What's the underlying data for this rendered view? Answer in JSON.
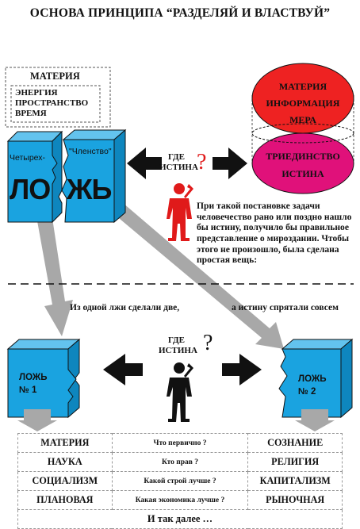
{
  "title": "ОСНОВА ПРИНЦИПА “РАЗДЕЛЯЙ И ВЛАСТВУЙ”",
  "matter_box": {
    "header": "МАТЕРИЯ",
    "items": [
      "ЭНЕРГИЯ",
      "ПРОСТРАНСТВО",
      "ВРЕМЯ"
    ]
  },
  "cubes_top": {
    "left_small": "Четырех-",
    "left_big": "ЛО",
    "right_small": "\"Членство\"",
    "right_big": "ЖЬ"
  },
  "truth_question": {
    "line1": "ГДЕ",
    "line2": "ИСТИНА",
    "mark": "?"
  },
  "spheres": {
    "top": [
      "МАТЕРИЯ",
      "ИНФОРМАЦИЯ",
      "МЕРА"
    ],
    "bottom": [
      "ТРИЕДИНСТВО",
      "ИСТИНА"
    ]
  },
  "paragraph": "При такой постановке задачи человечество рано или поздно нашло бы истину, получило бы правильное представление о мироздании. Чтобы этого не произошло, была сделана простая вещь:",
  "captions": {
    "left": "Из одной лжи сделали две,",
    "right": "а истину спрятали совсем"
  },
  "cubes_bottom": {
    "left": [
      "ЛОЖЬ",
      "№ 1"
    ],
    "right": [
      "ЛОЖЬ",
      "№ 2"
    ]
  },
  "truth_question_bottom": {
    "line1": "ГДЕ",
    "line2": "ИСТИНА",
    "mark": "?"
  },
  "table": {
    "rows": [
      [
        "МАТЕРИЯ",
        "Что первично ?",
        "СОЗНАНИЕ"
      ],
      [
        "НАУКА",
        "Кто прав ?",
        "РЕЛИГИЯ"
      ],
      [
        "СОЦИАЛИЗМ",
        "Какой строй лучше ?",
        "КАПИТАЛИЗМ"
      ],
      [
        "ПЛАНОВАЯ",
        "Какая экономика лучше ?",
        "РЫНОЧНАЯ"
      ]
    ],
    "footer": "И так далее …"
  },
  "colors": {
    "cube": "#1aa3e0",
    "sphere_red": "#ee2222",
    "sphere_magenta": "#e0117a",
    "figure_red": "#e01a1a",
    "figure_black": "#111111",
    "arrow_gray": "#a8a8a8"
  }
}
